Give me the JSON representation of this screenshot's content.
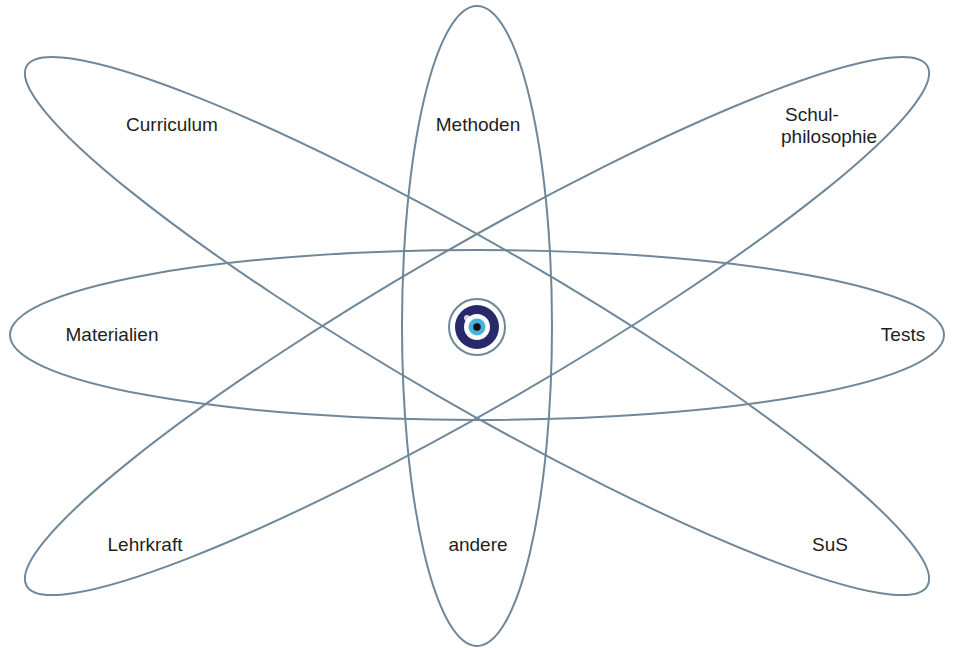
{
  "diagram": {
    "nodes": [
      {
        "text": [
          "Curriculum",
          "SuS"
        ]
      },
      {
        "text": [
          "Methoden",
          "andere"
        ]
      },
      {
        "text": [
          "Schul- philosophie",
          "Lehrkraft"
        ]
      },
      {
        "text": [
          "Materialien",
          "Tests"
        ]
      }
    ]
  }
}
